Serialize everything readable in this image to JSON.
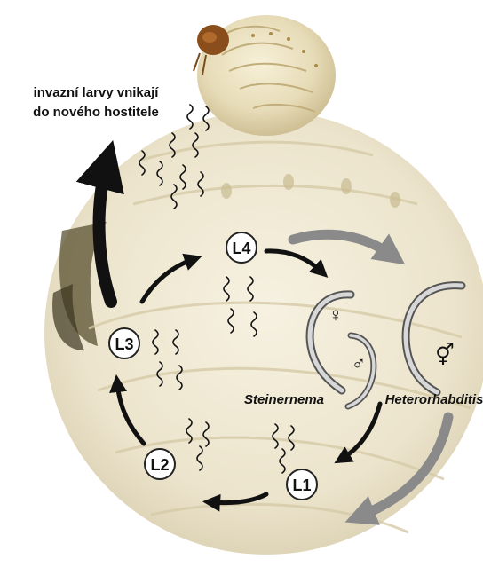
{
  "caption": {
    "line1": "invazní larvy vnikají",
    "line2": "do nového hostitele"
  },
  "stages": {
    "l1": "L1",
    "l2": "L2",
    "l3": "L3",
    "l4": "L4"
  },
  "genera": {
    "steinernema": "Steinernema",
    "heterorhabditis": "Heterorhabditis"
  },
  "sex_symbols": {
    "female": "♀",
    "male": "♂",
    "hermaphrodite": "⚥"
  },
  "icons": {
    "grub": "beetle-grub-larva",
    "worm": "nematode-worm",
    "arrow": "curved-arrow"
  },
  "colors": {
    "arrow_black": "#111111",
    "arrow_gray": "#8a8a8a",
    "grub_body": "#efe9d6",
    "stage_circle": "#ffffff"
  }
}
